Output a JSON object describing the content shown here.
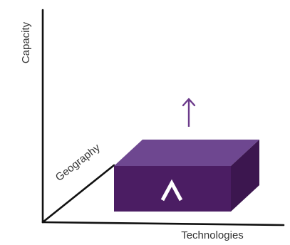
{
  "diagram": {
    "axes": {
      "y_label": "Capacity",
      "x_label": "Technologies",
      "z_label": "Geography"
    },
    "box_icon": "logo-caret-icon",
    "arrow_icon": "up-arrow-icon",
    "colors": {
      "box_front": "#4b1d63",
      "box_top": "#6e4790",
      "box_side": "#3c164f",
      "arrow": "#6c3b8b",
      "axis": "#111111",
      "label": "#333333"
    }
  }
}
